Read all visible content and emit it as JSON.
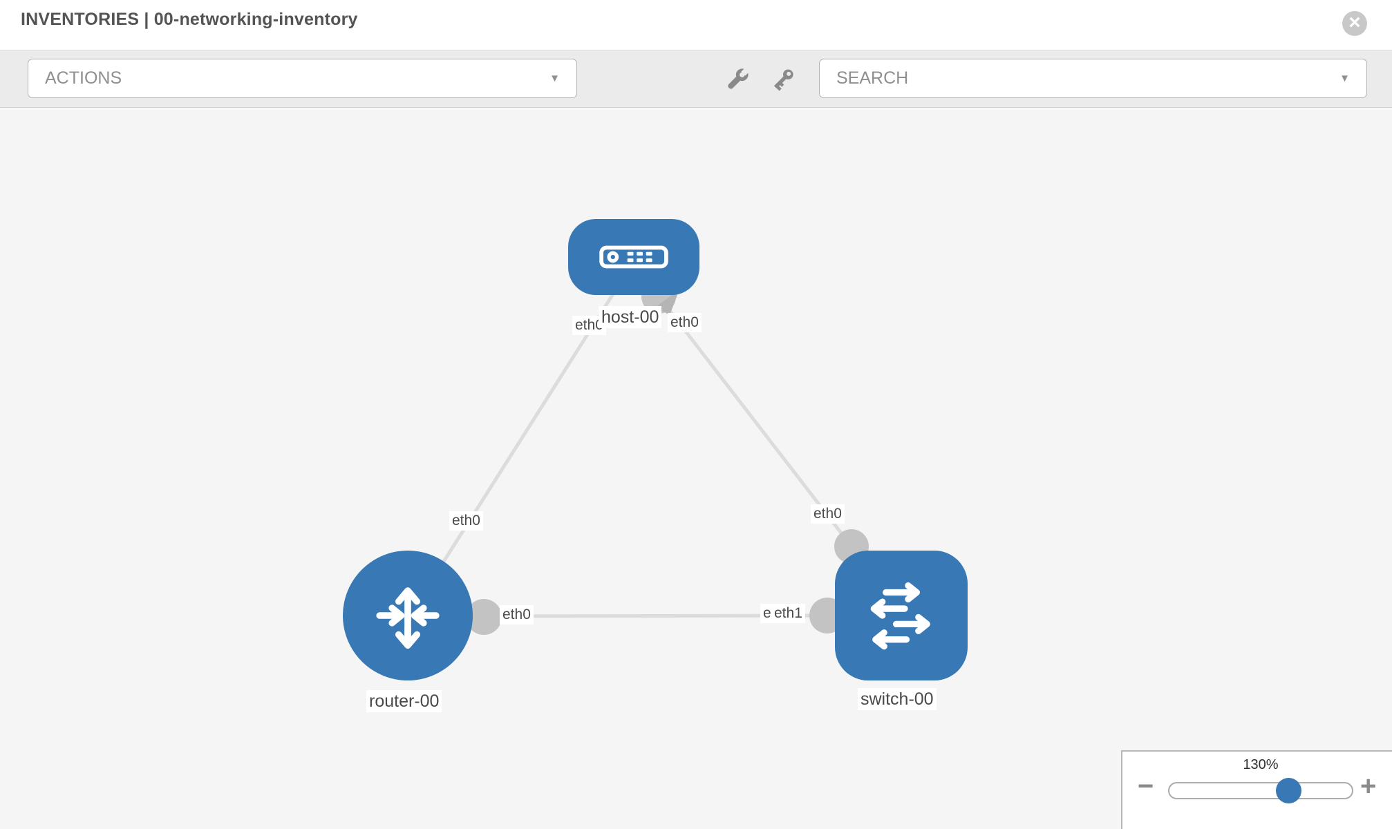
{
  "header": {
    "title": "INVENTORIES | 00-networking-inventory",
    "close_icon_glyph": "×"
  },
  "toolbar": {
    "actions_label": "ACTIONS",
    "search_placeholder": "SEARCH",
    "caret_glyph": "▼",
    "icons": [
      "wrench-icon",
      "key-icon"
    ]
  },
  "labels": {
    "host": "host-00",
    "router": "router-00",
    "switch": "switch-00",
    "host_left_if": "eth0",
    "host_right_if": "eth0",
    "router_link_if": "eth0",
    "switch_link_if": "eth0",
    "router_right_if": "eth0",
    "switch_left_if_back": "eth0",
    "switch_left_if_front": "eth1"
  },
  "topology": {
    "nodes": [
      {
        "name": "host-00",
        "type": "host",
        "shape": "rounded-rectangle",
        "color": "#3878b4"
      },
      {
        "name": "router-00",
        "type": "router",
        "shape": "circle",
        "color": "#3878b4"
      },
      {
        "name": "switch-00",
        "type": "switch",
        "shape": "rounded-square",
        "color": "#3878b4"
      }
    ],
    "links": [
      {
        "from": "host-00",
        "from_interface": "eth0",
        "to": "router-00",
        "to_interface": "eth0"
      },
      {
        "from": "host-00",
        "from_interface": "eth0",
        "to": "switch-00",
        "to_interface": "eth0"
      },
      {
        "from": "router-00",
        "from_interface": "eth0",
        "to": "switch-00",
        "to_interface": "eth1"
      }
    ]
  },
  "zoom_control": {
    "value": "130%",
    "percent": 130,
    "minus_glyph": "−",
    "plus_glyph": "+"
  },
  "colors": {
    "node_blue": "#3878b4",
    "link_gray": "#dcdcdc",
    "interface_gray": "#c3c3c3",
    "canvas_bg": "#f5f5f6",
    "toolbar_bg": "#ebebeb",
    "text_dark": "#545454"
  }
}
